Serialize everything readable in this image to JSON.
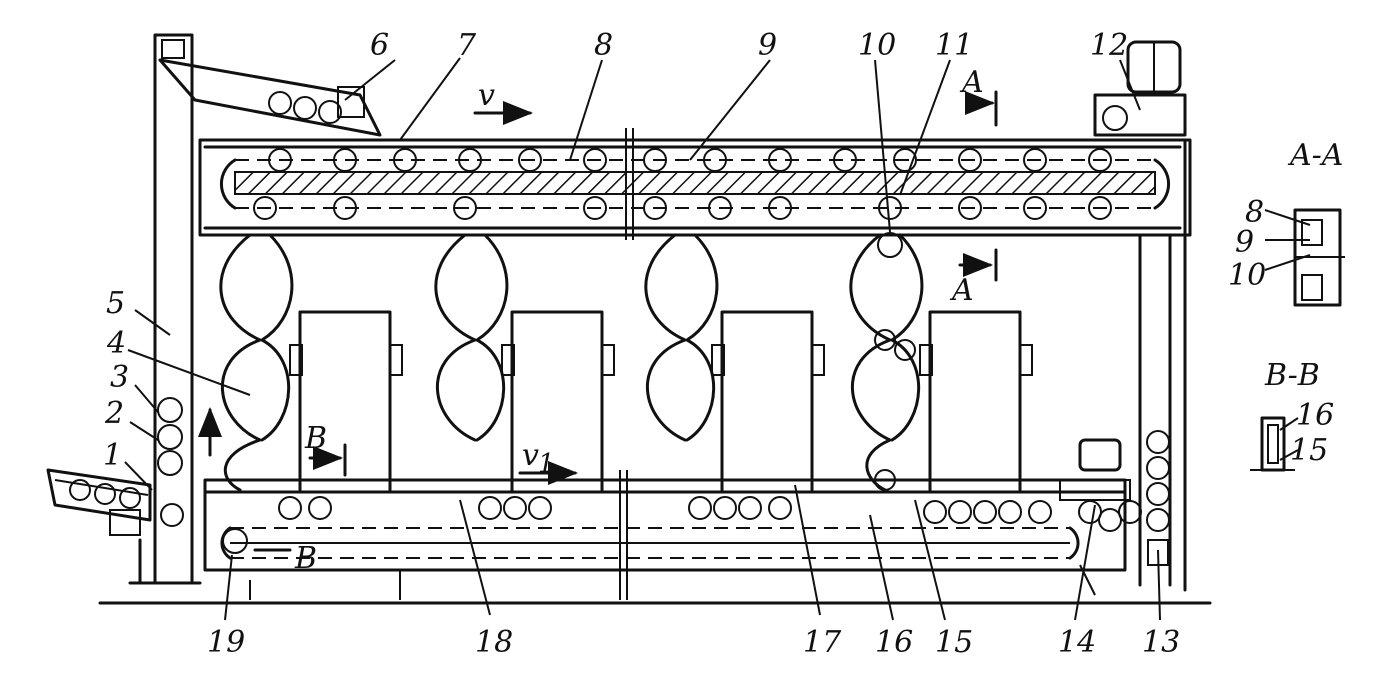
{
  "part_labels": [
    "1",
    "2",
    "3",
    "4",
    "5",
    "6",
    "7",
    "8",
    "9",
    "10",
    "11",
    "12",
    "13",
    "14",
    "15",
    "16",
    "17",
    "18",
    "19"
  ],
  "section_a_title": "A-A",
  "section_b_title": "B-B",
  "section_a_labels": [
    "8",
    "9",
    "10"
  ],
  "section_b_labels": [
    "16",
    "15"
  ],
  "cut_a_letter": "A",
  "cut_b_letter": "B",
  "speed_upper": "v",
  "speed_lower": "v",
  "speed_lower_sub": "1"
}
